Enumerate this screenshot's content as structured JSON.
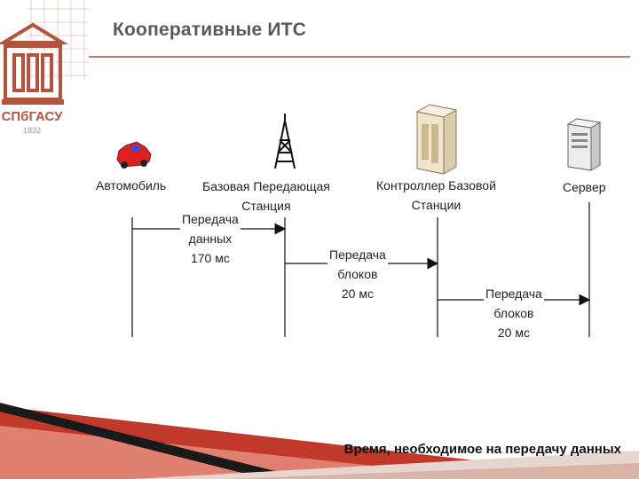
{
  "header": {
    "title": "Кооперативные ИТС",
    "logo_text": "СПбГАСУ",
    "logo_year": "1832"
  },
  "diagram": {
    "lanes": [
      {
        "id": "car",
        "label": "Автомобиль",
        "icon": "car-icon"
      },
      {
        "id": "bts",
        "label": "Базовая Передающая\nСтанция",
        "icon": "antenna-tower-icon"
      },
      {
        "id": "bsc",
        "label": "Контроллер Базовой\nСтанции",
        "icon": "server-cabinet-icon"
      },
      {
        "id": "srv",
        "label": "Сервер",
        "icon": "server-icon"
      }
    ],
    "messages": [
      {
        "from": "car",
        "to": "bts",
        "label": "Передача\nданных\n170 мс"
      },
      {
        "from": "bts",
        "to": "bsc",
        "label": "Передача\nблоков\n20 мс"
      },
      {
        "from": "bsc",
        "to": "srv",
        "label": "Передача\nблоков\n20 мс"
      }
    ]
  },
  "colors": {
    "accent": "#b77b66",
    "stripe_red": "#c0392b",
    "stripe_dark": "#1a1a1a",
    "car_red": "#e02020",
    "cabinet_beige": "#e8dcc0"
  },
  "footer": {
    "caption": "Время, необходимое на передачу данных"
  }
}
